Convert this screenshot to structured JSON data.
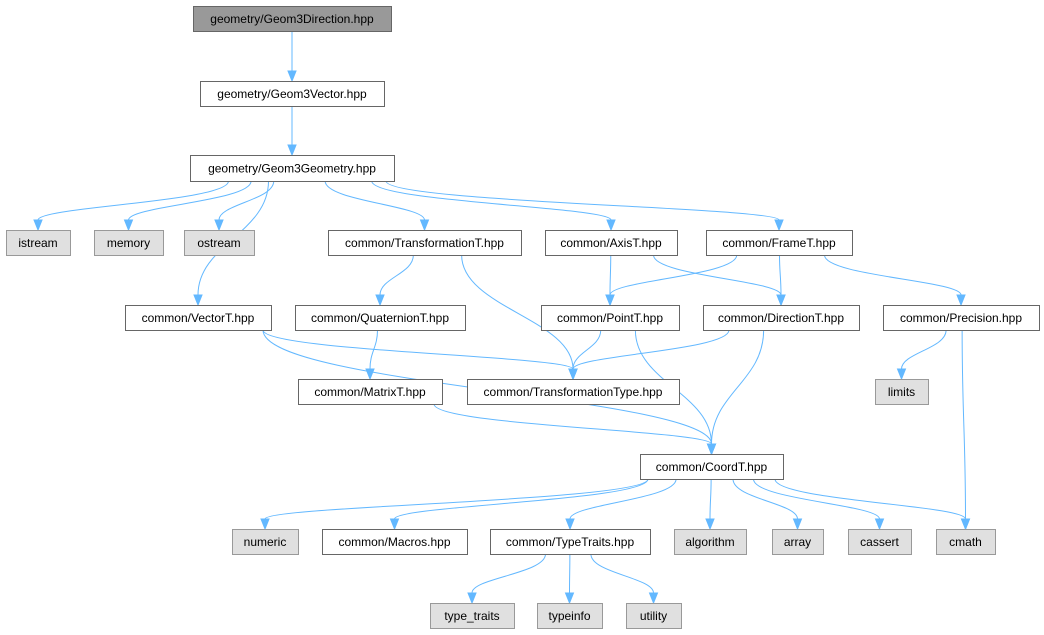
{
  "colors": {
    "root_fill": "#999999",
    "root_border": "#666666",
    "project_fill": "#ffffff",
    "project_border": "#666666",
    "external_fill": "#e0e0e0",
    "external_border": "#999999",
    "edge": "#63b8ff"
  },
  "nodes": {
    "geom3direction": {
      "label": "geometry/Geom3Direction.hpp",
      "kind": "root"
    },
    "geom3vector": {
      "label": "geometry/Geom3Vector.hpp",
      "kind": "project"
    },
    "geom3geometry": {
      "label": "geometry/Geom3Geometry.hpp",
      "kind": "project"
    },
    "istream": {
      "label": "istream",
      "kind": "external"
    },
    "memory": {
      "label": "memory",
      "kind": "external"
    },
    "ostream": {
      "label": "ostream",
      "kind": "external"
    },
    "transformationt": {
      "label": "common/TransformationT.hpp",
      "kind": "project"
    },
    "axist": {
      "label": "common/AxisT.hpp",
      "kind": "project"
    },
    "framet": {
      "label": "common/FrameT.hpp",
      "kind": "project"
    },
    "vectort": {
      "label": "common/VectorT.hpp",
      "kind": "project"
    },
    "quaterniont": {
      "label": "common/QuaternionT.hpp",
      "kind": "project"
    },
    "pointt": {
      "label": "common/PointT.hpp",
      "kind": "project"
    },
    "directiont": {
      "label": "common/DirectionT.hpp",
      "kind": "project"
    },
    "precision": {
      "label": "common/Precision.hpp",
      "kind": "project"
    },
    "matrixt": {
      "label": "common/MatrixT.hpp",
      "kind": "project"
    },
    "transformationtype": {
      "label": "common/TransformationType.hpp",
      "kind": "project"
    },
    "limits": {
      "label": "limits",
      "kind": "external"
    },
    "coordt": {
      "label": "common/CoordT.hpp",
      "kind": "project"
    },
    "numeric": {
      "label": "numeric",
      "kind": "external"
    },
    "macros": {
      "label": "common/Macros.hpp",
      "kind": "project"
    },
    "typetraits": {
      "label": "common/TypeTraits.hpp",
      "kind": "project"
    },
    "algorithm": {
      "label": "algorithm",
      "kind": "external"
    },
    "array": {
      "label": "array",
      "kind": "external"
    },
    "cassert": {
      "label": "cassert",
      "kind": "external"
    },
    "cmath": {
      "label": "cmath",
      "kind": "external"
    },
    "type_traits": {
      "label": "type_traits",
      "kind": "external"
    },
    "typeinfo": {
      "label": "typeinfo",
      "kind": "external"
    },
    "utility": {
      "label": "utility",
      "kind": "external"
    }
  },
  "edges": [
    [
      "geom3direction",
      "geom3vector"
    ],
    [
      "geom3vector",
      "geom3geometry"
    ],
    [
      "geom3geometry",
      "istream"
    ],
    [
      "geom3geometry",
      "memory"
    ],
    [
      "geom3geometry",
      "ostream"
    ],
    [
      "geom3geometry",
      "transformationt"
    ],
    [
      "geom3geometry",
      "axist"
    ],
    [
      "geom3geometry",
      "framet"
    ],
    [
      "geom3geometry",
      "vectort"
    ],
    [
      "transformationt",
      "quaterniont"
    ],
    [
      "transformationt",
      "transformationtype"
    ],
    [
      "axist",
      "pointt"
    ],
    [
      "axist",
      "directiont"
    ],
    [
      "framet",
      "pointt"
    ],
    [
      "framet",
      "directiont"
    ],
    [
      "framet",
      "precision"
    ],
    [
      "vectort",
      "transformationtype"
    ],
    [
      "vectort",
      "coordt"
    ],
    [
      "quaterniont",
      "matrixt"
    ],
    [
      "pointt",
      "transformationtype"
    ],
    [
      "pointt",
      "coordt"
    ],
    [
      "directiont",
      "transformationtype"
    ],
    [
      "directiont",
      "coordt"
    ],
    [
      "precision",
      "limits"
    ],
    [
      "precision",
      "cmath"
    ],
    [
      "matrixt",
      "coordt"
    ],
    [
      "coordt",
      "numeric"
    ],
    [
      "coordt",
      "macros"
    ],
    [
      "coordt",
      "typetraits"
    ],
    [
      "coordt",
      "algorithm"
    ],
    [
      "coordt",
      "array"
    ],
    [
      "coordt",
      "cassert"
    ],
    [
      "coordt",
      "cmath"
    ],
    [
      "typetraits",
      "type_traits"
    ],
    [
      "typetraits",
      "typeinfo"
    ],
    [
      "typetraits",
      "utility"
    ]
  ]
}
